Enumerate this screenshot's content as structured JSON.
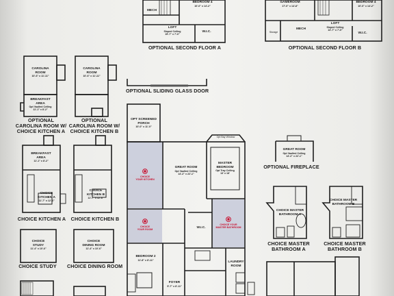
{
  "captions": {
    "second_floor_a": "OPTIONAL SECOND FLOOR A",
    "second_floor_b": "OPTIONAL SECOND FLOOR B",
    "sliding_door": "OPTIONAL SLIDING GLASS DOOR",
    "carolina_a": [
      "OPTIONAL",
      "CAROLINA ROOM W/",
      "CHOICE KITCHEN A"
    ],
    "carolina_b": [
      "OPTIONAL",
      "CAROLINA ROOM W/",
      "CHOICE KITCHEN B"
    ],
    "kitchen_a": "CHOICE KITCHEN A",
    "kitchen_b": "CHOICE KITCHEN B",
    "fireplace": "OPTIONAL FIREPLACE",
    "master_bath_a": [
      "CHOICE MASTER",
      "BATHROOM A"
    ],
    "master_bath_b": [
      "CHOICE MASTER",
      "BATHROOM B"
    ],
    "study": "CHOICE STUDY",
    "dining": "CHOICE DINING ROOM"
  },
  "rooms": {
    "bedroom4_a": {
      "name": "BEDROOM 4",
      "dim": "10'-0\" x 14'-2\""
    },
    "loft_a": {
      "name": "LOFT",
      "dim": "Sloped Ceiling",
      "dim2": "15'-7\" x 7'-0\""
    },
    "gameroom": {
      "name": "GAMEROOM",
      "dim": "17'-0\" x 14'-8\""
    },
    "bedroom4_b": {
      "name": "BEDROOM 4",
      "dim": "10'-0\" x 14'-2\""
    },
    "loft_b": {
      "name": "LOFT",
      "dim": "Sloped Ceiling",
      "dim2": "13'-7\" x 7'-0\""
    },
    "carolina_room_a": {
      "name": "CAROLINA",
      "name2": "ROOM",
      "dim": "10'-6\" x 11'-11\""
    },
    "carolina_room_b": {
      "name": "CAROLINA",
      "name2": "ROOM",
      "dim": "10'-6\" x 11'-11\""
    },
    "breakfast_a": {
      "name": "BREAKFAST",
      "name2": "AREA",
      "dim": "Opt Vaulted Ceiling",
      "dim2": "11'-1\" x 8'-2\""
    },
    "screened_porch": {
      "name": "OPT SCREENED",
      "name2": "PORCH",
      "dim": "10'-0\" x 11'-0\""
    },
    "great_room": {
      "name": "GREAT ROOM",
      "dim": "Opt Vaulted Ceiling",
      "dim2": "14'-2\" x 22'-1\""
    },
    "master_bedroom": {
      "name": "MASTER",
      "name2": "BEDROOM",
      "dim": "Opt Tray Ceiling",
      "dim2": "13' x 18'"
    },
    "great_room_fp": {
      "name": "GREAT ROOM",
      "dim": "Opt Vaulted Ceiling",
      "dim2": "14'-2\" x 22'-1\""
    },
    "kitchen_a_room": {
      "name": "BREAKFAST",
      "name2": "AREA",
      "dim": "11'-1\" x 8'-2\""
    },
    "kitchen_a_choice": {
      "name": "CHOICE",
      "name2": "KITCHEN A",
      "dim": "11'-7\" x 12'-6\""
    },
    "kitchen_b_choice": {
      "name": "CHOICE",
      "name2": "KITCHEN B",
      "dim": "11'-7\" x 12'-6\""
    },
    "master_bath_a_room": {
      "name": "CHOICE MASTER",
      "name2": "BATHROOM A"
    },
    "master_bath_b_room": {
      "name": "CHOICE MASTER",
      "name2": "BATHROOM B"
    },
    "study_room": {
      "name": "CHOICE",
      "name2": "STUDY",
      "dim": "11'-4\" x 10'-6\""
    },
    "dining_room": {
      "name": "CHOICE",
      "name2": "DINING ROOM",
      "dim": "11'-4\" x 10'-6\""
    },
    "bedroom2": {
      "name": "BEDROOM 2",
      "dim": "11'-8\" x 8'-11\""
    },
    "foyer": {
      "name": "FOYER",
      "dim": "5'-7\" x 8'-11\""
    },
    "laundry": {
      "name": "LAUNDRY",
      "name2": "ROOM"
    }
  },
  "markers": {
    "kitchen": [
      "CHOICE",
      "YOUR KITCHEN"
    ],
    "room": [
      "CHOICE",
      "YOUR ROOM"
    ],
    "master_bath": [
      "CHOICE YOUR",
      "MASTER BATHROOM"
    ]
  },
  "small_labels": {
    "mech": "MECH",
    "wic": "W.I.C.",
    "bay_window": "Opt Bay Window",
    "storage": "Storage"
  },
  "colors": {
    "option_highlight": "#c7cad9",
    "marker_red": "#c8102e",
    "wall": "#1e1e1e"
  }
}
